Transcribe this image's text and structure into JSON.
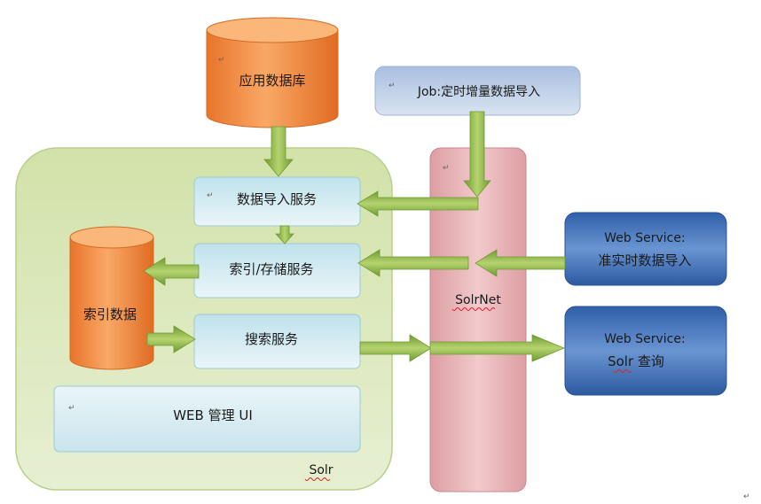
{
  "colors": {
    "solr_container": "#d7e4b6",
    "service_box": "#cfe7ee",
    "solrnet": "#e8b6ba",
    "db": "#f58d3c",
    "job_box": "#b9cbe4",
    "web_service": "#4673b8",
    "arrow": "#8bb24a"
  },
  "nodes": {
    "app_db": "应用数据库",
    "job": "Job:定时增量数据导入",
    "import_service": "数据导入服务",
    "index_storage_service": "索引/存储服务",
    "search_service": "搜索服务",
    "web_ui": "WEB 管理 UI",
    "index_data": "索引数据",
    "solrnet": "SolrNet",
    "solr": "Solr",
    "ws_import_line1": "Web Service:",
    "ws_import_line2": "准实时数据导入",
    "ws_query_line1": "Web Service:",
    "ws_query_line2": "Solr 查询"
  },
  "edges": [
    {
      "from": "app_db",
      "to": "import_service"
    },
    {
      "from": "job",
      "to": "import_service"
    },
    {
      "from": "import_service",
      "to": "index_storage_service"
    },
    {
      "from": "index_storage_service",
      "to": "index_data"
    },
    {
      "from": "ws_import",
      "to": "index_storage_service"
    },
    {
      "from": "index_data",
      "to": "search_service"
    },
    {
      "from": "search_service",
      "to": "ws_query"
    }
  ],
  "marks": {
    "return": "↵"
  }
}
